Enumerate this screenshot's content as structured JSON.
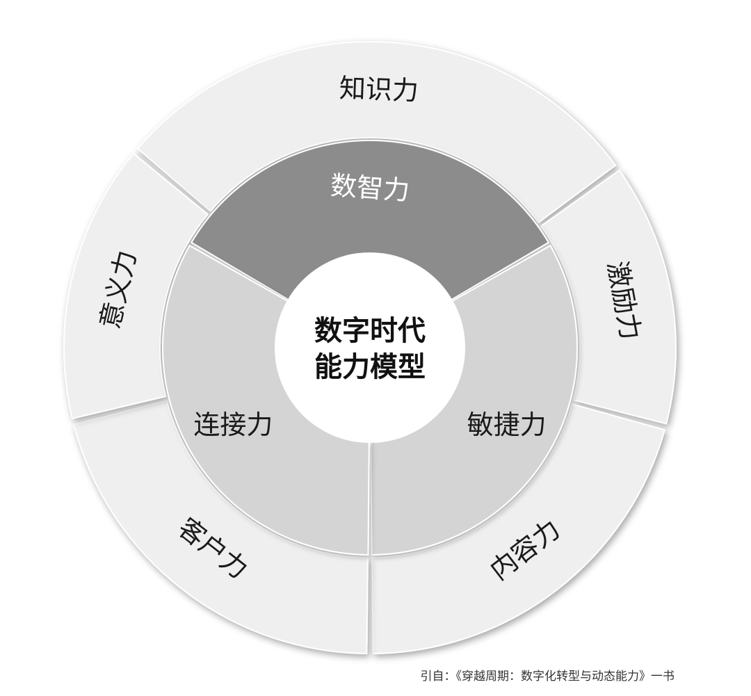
{
  "center": {
    "line1": "数字时代",
    "line2": "能力模型"
  },
  "inner_ring": [
    {
      "id": "shuzhi",
      "label": "数智力",
      "fill": "#8c8c8c",
      "text_color": "#ffffff"
    },
    {
      "id": "minjie",
      "label": "敏捷力",
      "fill": "#d4d4d4",
      "text_color": "#1a1a1a"
    },
    {
      "id": "lianjie",
      "label": "连接力",
      "fill": "#d4d4d4",
      "text_color": "#1a1a1a"
    }
  ],
  "outer_ring": [
    {
      "id": "zhishi",
      "label": "知识力"
    },
    {
      "id": "jili",
      "label": "激励力"
    },
    {
      "id": "neirong",
      "label": "内容力"
    },
    {
      "id": "kehu",
      "label": "客户力"
    },
    {
      "id": "yiyi",
      "label": "意义力"
    }
  ],
  "colors": {
    "outer_fill": "#efefef",
    "center_fill": "#ffffff",
    "divider": "#ffffff"
  },
  "caption": "引自：《穿越周期：数字化转型与动态能力》一书"
}
